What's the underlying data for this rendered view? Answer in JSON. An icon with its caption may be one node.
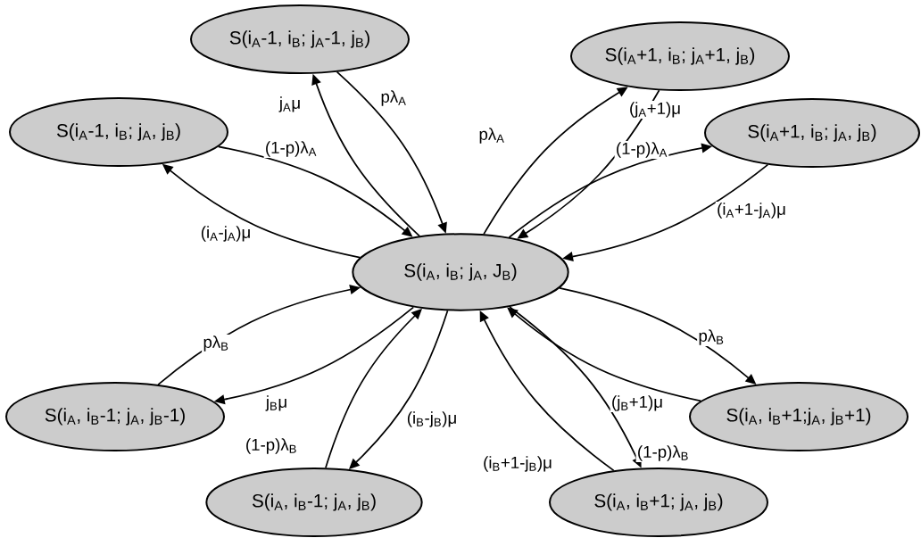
{
  "diagram": {
    "nodes": [
      {
        "text": [
          "S(i$_{A}$-1, i$_{B}$; j$_{A}$-1, j$_{B}$)"
        ]
      },
      {
        "text": [
          "S(i$_{A}$+1, i$_{B}$; j$_{A}$+1, j$_{B}$)"
        ]
      },
      {
        "text": [
          "S(i$_{A}$-1, i$_{B}$; j$_{A}$, j$_{B}$)"
        ]
      },
      {
        "text": [
          "S(i$_{A}$+1, i$_{B}$; j$_{A}$, j$_{B}$)"
        ]
      },
      {
        "text": [
          "S(i$_{A}$, i$_{B}$; j$_{A}$, J$_{B}$)"
        ]
      },
      {
        "text": [
          "S(i$_{A}$, i$_{B}$-1; j$_{A}$, j$_{B}$-1)"
        ]
      },
      {
        "text": [
          "S(i$_{A}$, i$_{B}$+1;j$_{A}$, j$_{B}$+1)"
        ]
      },
      {
        "text": [
          "S(i$_{A}$, i$_{B}$-1; j$_{A}$, j$_{B}$)"
        ]
      },
      {
        "text": [
          "S(i$_{A}$, i$_{B}$+1; j$_{A}$, j$_{B}$)"
        ]
      }
    ],
    "edges": [
      {
        "from": 0,
        "to": 4,
        "arrow": "to",
        "label": "pλ$_{A}$"
      },
      {
        "from": 4,
        "to": 0,
        "arrow": "to",
        "label": "j$_{A}$μ"
      },
      {
        "from": 2,
        "to": 4,
        "arrow": "to",
        "label": "(1-p)λ$_{A}$"
      },
      {
        "from": 4,
        "to": 2,
        "arrow": "to",
        "label": "(i$_{A}$-j$_{A}$)μ"
      },
      {
        "from": 4,
        "to": 1,
        "arrow": "to",
        "label": "pλ$_{A}$"
      },
      {
        "from": 1,
        "to": 4,
        "arrow": "to",
        "label": "(j$_{A}$+1)μ"
      },
      {
        "from": 4,
        "to": 3,
        "arrow": "to",
        "label": "(1-p)λ$_{A}$"
      },
      {
        "from": 3,
        "to": 4,
        "arrow": "to",
        "label": "(i$_{A}$+1-j$_{A}$)μ"
      },
      {
        "from": 5,
        "to": 4,
        "arrow": "to",
        "label": "pλ$_{B}$"
      },
      {
        "from": 4,
        "to": 5,
        "arrow": "to",
        "label": "j$_{B}$μ"
      },
      {
        "from": 7,
        "to": 4,
        "arrow": "to",
        "label": "(1-p)λ$_{B}$"
      },
      {
        "from": 4,
        "to": 7,
        "arrow": "to",
        "label": "(i$_{B}$-j$_{B}$)μ"
      },
      {
        "from": 4,
        "to": 6,
        "arrow": "to",
        "label": "pλ$_{B}$"
      },
      {
        "from": 6,
        "to": 4,
        "arrow": "to",
        "label": "(j$_{B}$+1)μ"
      },
      {
        "from": 4,
        "to": 8,
        "arrow": "to",
        "label": "(1-p)λ$_{B}$"
      },
      {
        "from": 8,
        "to": 4,
        "arrow": "to",
        "label": "(i$_{B}$+1-j$_{B}$)μ"
      }
    ]
  }
}
